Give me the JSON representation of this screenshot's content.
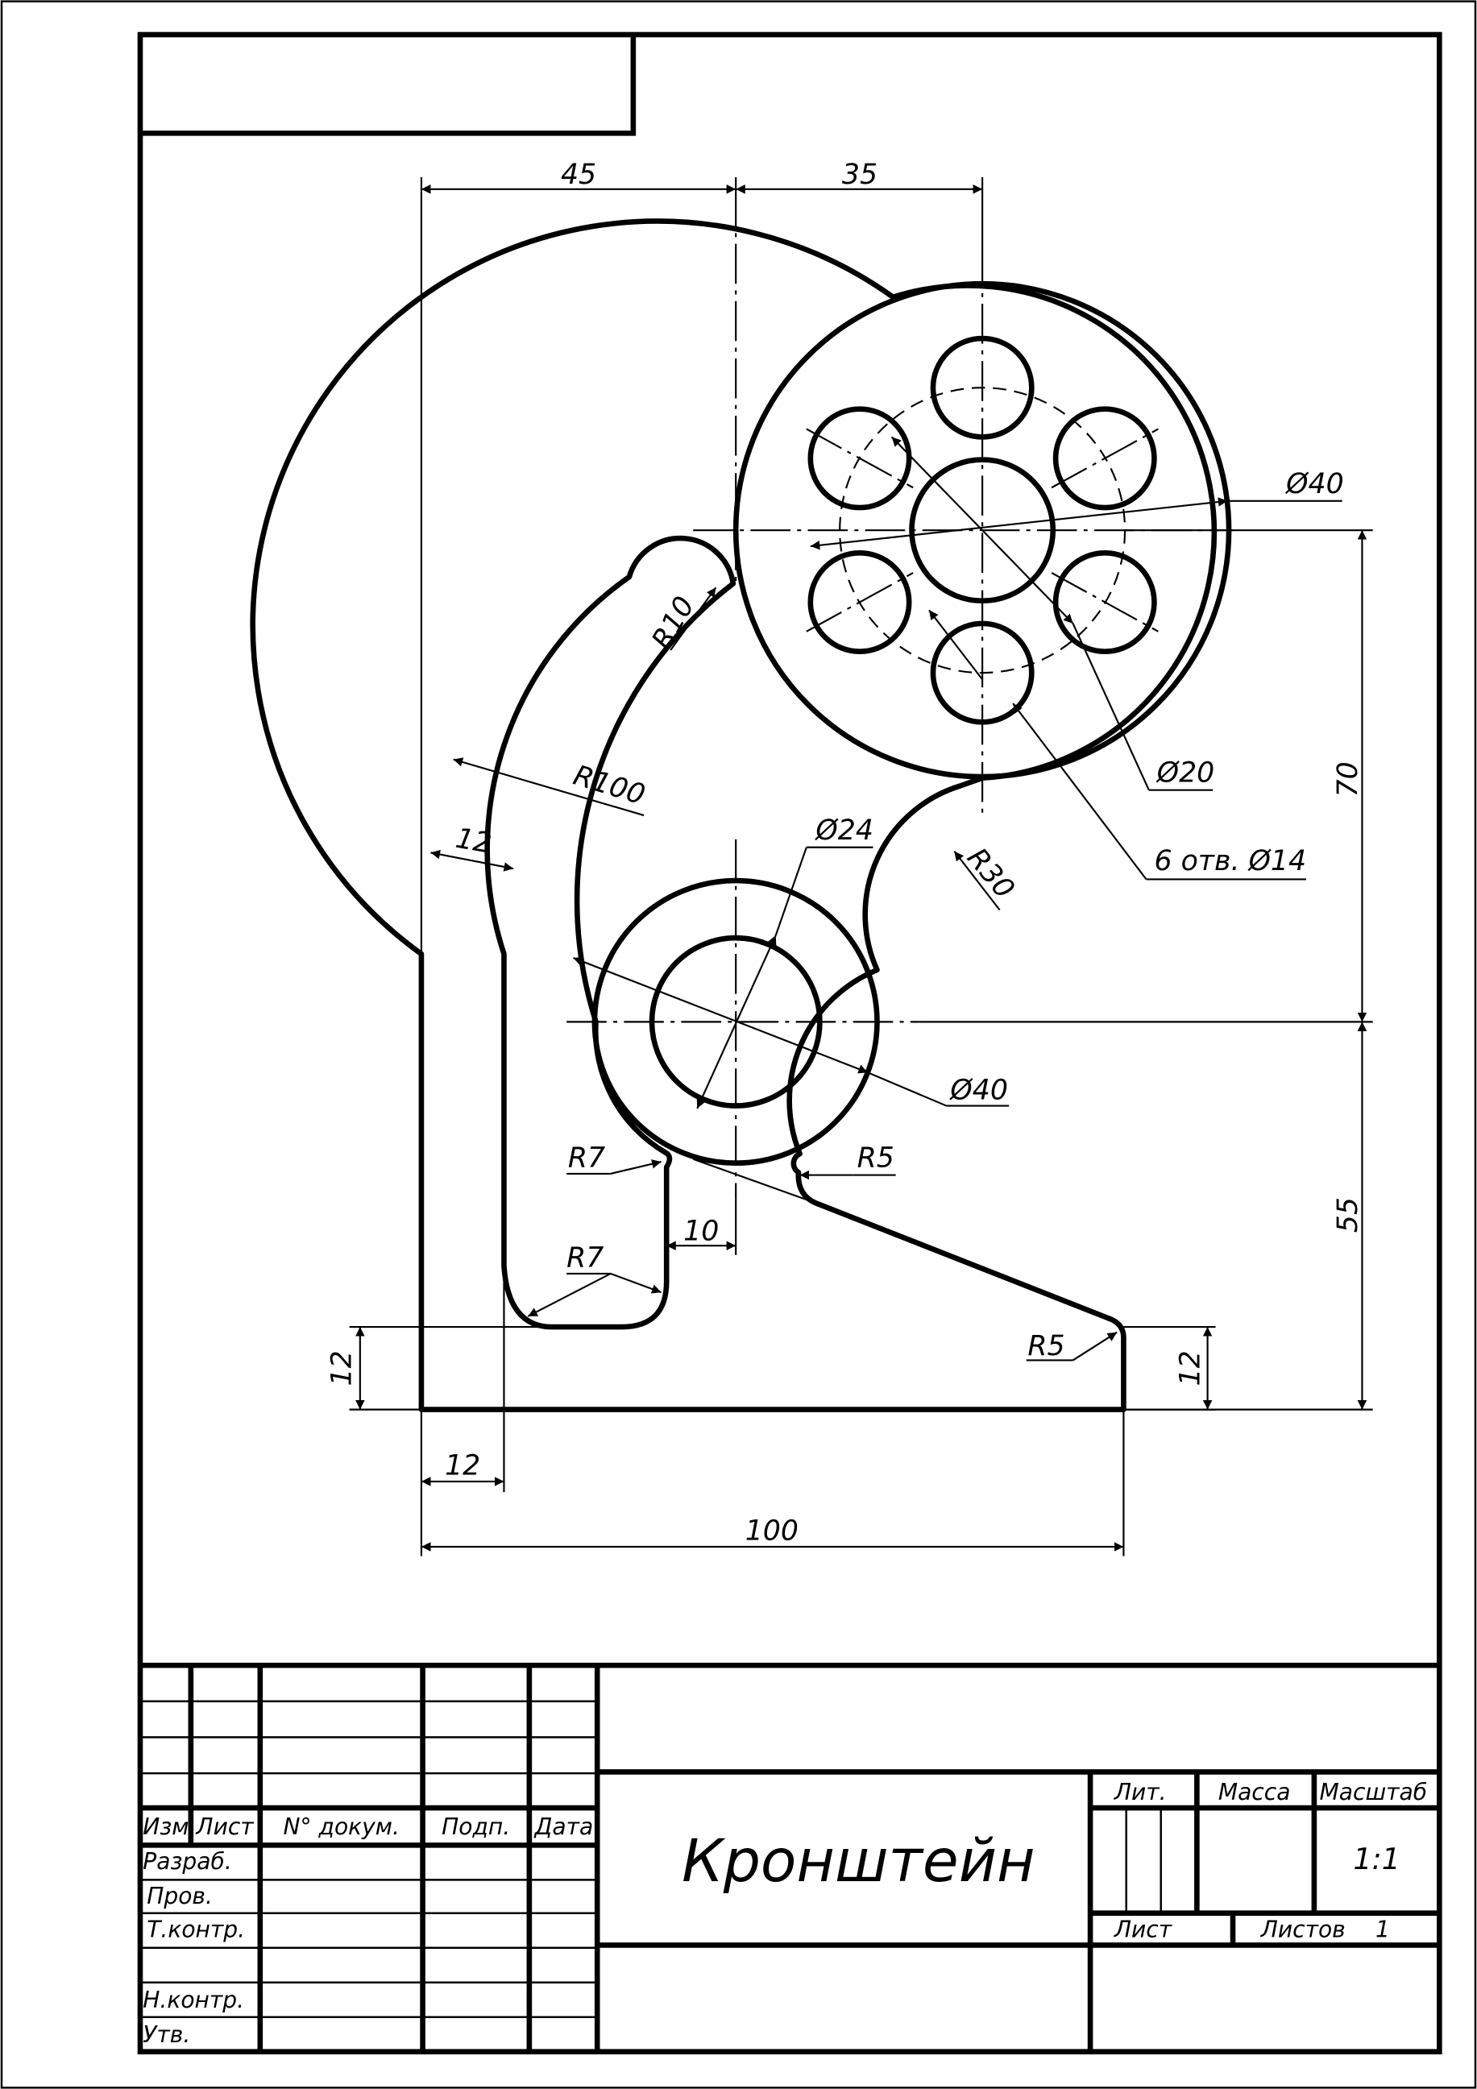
{
  "drawing": {
    "dimensions": {
      "d45": "45",
      "d35": "35",
      "d40_top": "Ø40",
      "d20": "Ø20",
      "holes": "6 отв. Ø14",
      "d70": "70",
      "r10": "R10",
      "r100": "R100",
      "d12_wall": "12",
      "d24": "Ø24",
      "r30": "R30",
      "d40_bottom": "Ø40",
      "r7_a": "R7",
      "r5_a": "R5",
      "d10": "10",
      "r7_b": "R7",
      "d55": "55",
      "r5_b": "R5",
      "d12_left": "12",
      "d12_right": "12",
      "d12_bottom": "12",
      "d100": "100"
    },
    "stroke_color": "#000000",
    "background_color": "#ffffff"
  },
  "title_block": {
    "title": "Кронштейн",
    "columns": {
      "izm": "Изм",
      "list": "Лист",
      "doc": "N° докум.",
      "podp": "Подп.",
      "data": "Дата"
    },
    "roles": {
      "razrab": "Разраб.",
      "prov": "Пров.",
      "tkontr": "Т.контр.",
      "nkontr": "Н.контр.",
      "utv": "Утв."
    },
    "lit_label": "Лит.",
    "mass_label": "Масса",
    "scale_label": "Масштаб",
    "scale_value": "1:1",
    "sheet_label": "Лист",
    "sheets_label": "Листов",
    "sheets_value": "1"
  }
}
